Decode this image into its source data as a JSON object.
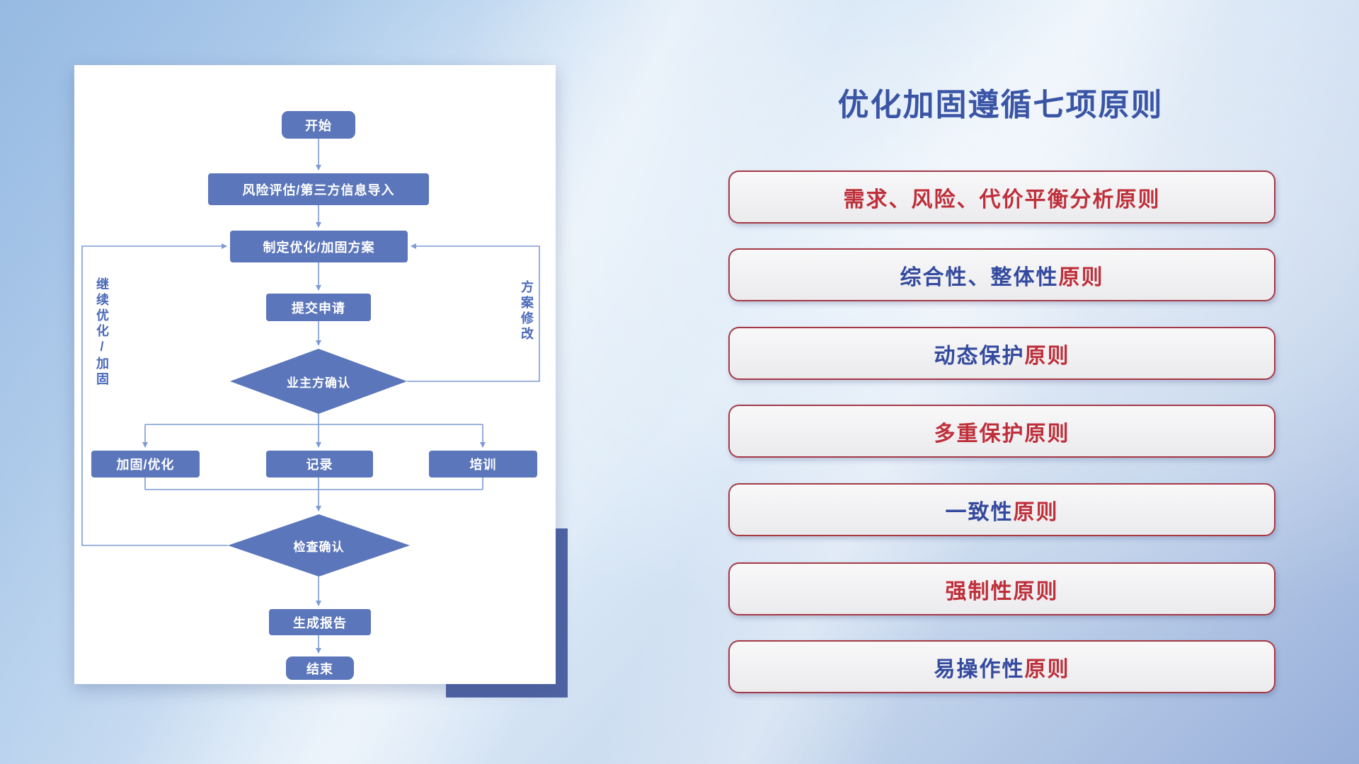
{
  "slide": {
    "title": "优化加固遵循七项原则"
  },
  "flowchart": {
    "nodes": {
      "start": "开始",
      "risk_import": "风险评估/第三方信息导入",
      "make_plan": "制定优化/加固方案",
      "submit": "提交申请",
      "owner_confirm": "业主方确认",
      "harden_optimize": "加固/优化",
      "record": "记录",
      "training": "培训",
      "check_confirm": "检查确认",
      "report": "生成报告",
      "end": "结束"
    },
    "loop_labels": {
      "left": "继续优化/加固",
      "right": "方案修改"
    }
  },
  "principles": {
    "items": [
      {
        "part1": "",
        "part2": "需求、风险、代价平衡分析原则"
      },
      {
        "part1": "综合性、整体性",
        "part2": "原则"
      },
      {
        "part1": "动态保护",
        "part2": "原则"
      },
      {
        "part1": "",
        "part2": "多重保护原则"
      },
      {
        "part1": "一致性",
        "part2": "原则"
      },
      {
        "part1": "",
        "part2": "强制性原则"
      },
      {
        "part1": "易操作性",
        "part2": "原则"
      }
    ]
  },
  "colors": {
    "title_blue": "#3a55a6",
    "principle_blue": "#344a9e",
    "principle_red": "#bf2f3a",
    "node_fill": "#5b76ba",
    "connector": "#7d9bd4",
    "accent_rect": "#4f63a4"
  }
}
